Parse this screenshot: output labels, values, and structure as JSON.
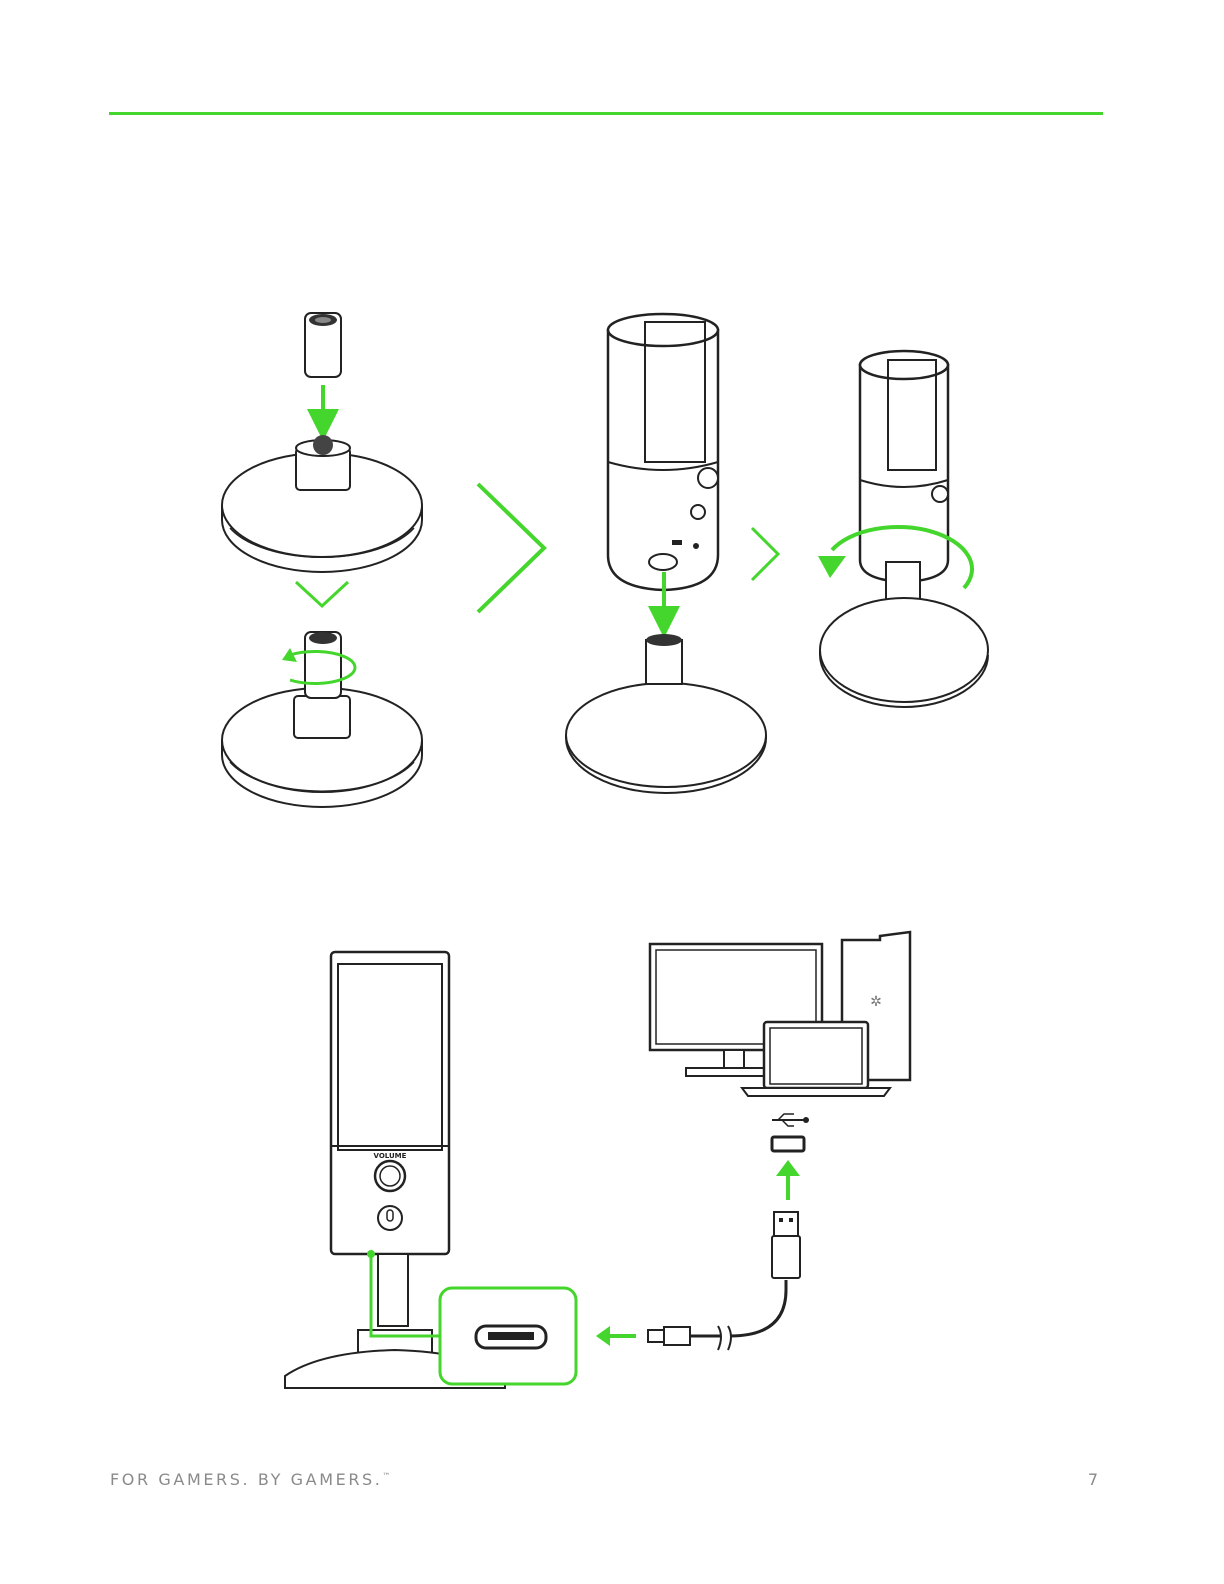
{
  "header": {
    "accent_color": "#44d62c"
  },
  "illustrations": {
    "stand_assembly": {
      "steps": [
        {
          "icon": "screw-adapter-onto-base"
        },
        {
          "icon": "place-mic-on-stand"
        },
        {
          "icon": "twist-mic-to-lock"
        }
      ]
    },
    "connection": {
      "mic_label": "VOLUME",
      "icons": [
        "microphone",
        "micro-usb-port",
        "usb-cable",
        "usb-symbol",
        "desktop-computer",
        "laptop"
      ]
    }
  },
  "footer": {
    "tagline": "FOR GAMERS. BY GAMERS.",
    "trademark": "™",
    "page_number": "7"
  }
}
